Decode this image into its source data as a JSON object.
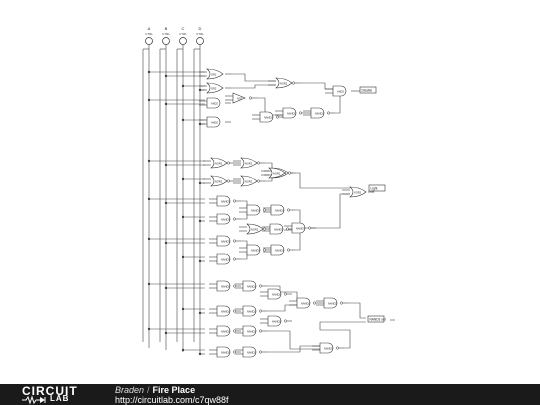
{
  "circuit": {
    "inputs": [
      {
        "name": "A",
        "caption": "CTRL"
      },
      {
        "name": "B",
        "caption": "CTRL"
      },
      {
        "name": "C",
        "caption": "CTRL"
      },
      {
        "name": "D",
        "caption": "CTRL"
      }
    ],
    "gates": {
      "block1": [
        "OR2",
        "OR2",
        "AND2",
        "AND2",
        "NOT",
        "NOR2",
        "NAND2",
        "NAND2",
        "NAND2",
        "AND2"
      ],
      "block2": [
        "NOR2",
        "NOR2",
        "NOR2",
        "NOR2",
        "NOR2",
        "NOR2",
        "XOR2"
      ],
      "block3": [
        "NAND3",
        "NAND3",
        "NAND3",
        "NAND3",
        "NAND3",
        "NAND3",
        "NAND3",
        "NAND3",
        "NAND3",
        "NAND3",
        "NOR2"
      ],
      "block4": [
        "NAND2",
        "NAND2",
        "NAND2",
        "NAND2",
        "NAND2",
        "NAND2",
        "NAND2",
        "NAND2",
        "NAND2",
        "NAND2",
        "NAND2",
        "NAND2",
        "NAND2"
      ]
    },
    "outputs": [
      "Disable",
      "Light",
      "NAND3 out"
    ]
  },
  "footer": {
    "logo_top": "CIRCUIT",
    "logo_bottom": "LAB",
    "author": "Braden",
    "separator": "/",
    "title": "Fire Place",
    "url": "http://circuitlab.com/c7qw88f"
  }
}
